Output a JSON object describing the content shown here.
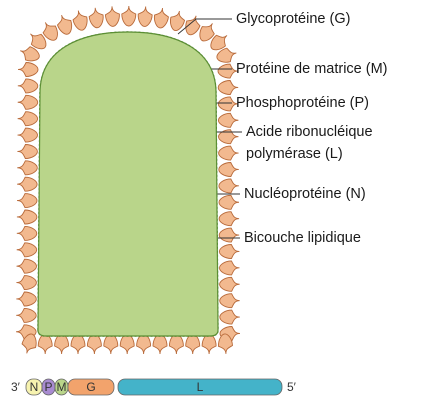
{
  "labels": {
    "glyco": "Glycoprotéine (G)",
    "matrice": "Protéine de matrice (M)",
    "phospho": "Phosphoprotéine (P)",
    "acide_line1": "Acide ribonucléique",
    "acide_line2": "polymérase (L)",
    "nucleo": "Nucléoprotéine (N)",
    "bicouche": "Bicouche lipidique"
  },
  "genome": {
    "left_end": "3′",
    "right_end": "5′",
    "genes": [
      "N",
      "P",
      "M",
      "G",
      "L"
    ]
  },
  "colors": {
    "glycoprotein": "#f2b98f",
    "glycoprotein_stroke": "#b86a3a",
    "lipid_bilayer": "#b9d58a",
    "nucleoprotein": "#f4f2c4",
    "nucleoprotein_stroke": "#b9b577",
    "phosphoprotein": "#8e7cc3",
    "polymerase": "#2aa5b8",
    "matrix": "#a88bd1",
    "gene_N": "#f7f3b0",
    "gene_P": "#a88bd1",
    "gene_M": "#b9d58a",
    "gene_G": "#f2a36c",
    "gene_L": "#44b3c9"
  }
}
